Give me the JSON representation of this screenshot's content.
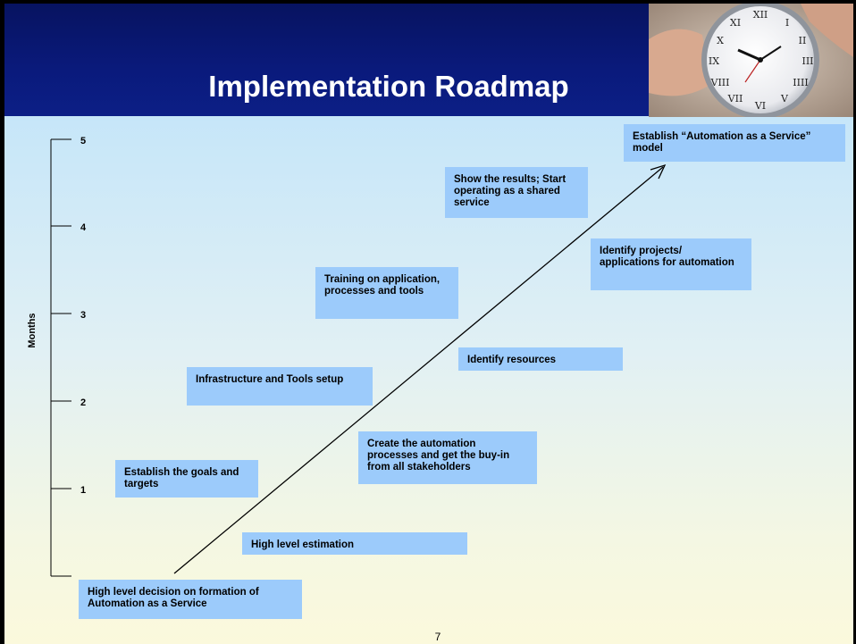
{
  "slide": {
    "title": "Implementation Roadmap",
    "page_number": "7"
  },
  "axis": {
    "label": "Months",
    "ticks": [
      "1",
      "2",
      "3",
      "4",
      "5"
    ]
  },
  "steps": [
    {
      "id": "decision",
      "text": "High level decision on formation of Automation as a Service"
    },
    {
      "id": "estimation",
      "text": "High level estimation"
    },
    {
      "id": "goals",
      "text": "Establish the goals and targets"
    },
    {
      "id": "buyin",
      "text": "Create the automation processes and get the buy-in from all stakeholders"
    },
    {
      "id": "infra",
      "text": "Infrastructure and Tools setup"
    },
    {
      "id": "resources",
      "text": "Identify resources"
    },
    {
      "id": "training",
      "text": "Training on application, processes and tools"
    },
    {
      "id": "projects",
      "text": "Identify projects/ applications for automation"
    },
    {
      "id": "results",
      "text": "Show the results; Start operating as a shared service"
    },
    {
      "id": "model",
      "text": "Establish “Automation as a Service” model"
    }
  ],
  "colors": {
    "header": "#0a1a7c",
    "box": "#9ccbfb",
    "title_text": "#ffffff"
  },
  "image": {
    "subject": "stopwatch-in-hand-photo"
  }
}
